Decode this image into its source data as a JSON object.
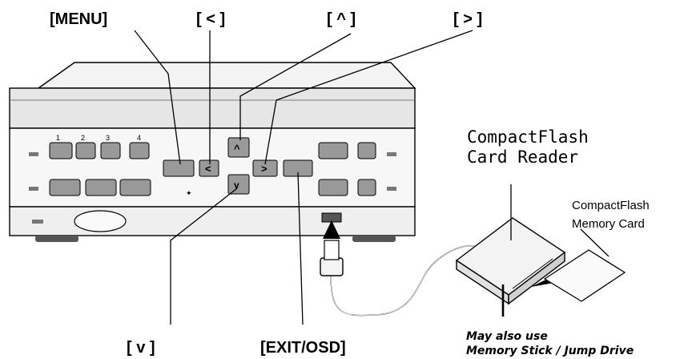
{
  "labels": {
    "menu": "[MENU]",
    "left": "[ < ]",
    "up": "[ ^ ]",
    "right": "[ > ]",
    "down": "[ v ]",
    "exit": "[EXIT/OSD]",
    "reader_line1": "CompactFlash",
    "reader_line2": "Card Reader",
    "card_line1": "CompactFlash",
    "card_line2": "Memory Card",
    "note_line1": "May also use",
    "note_line2": "Memory Stick / Jump Drive"
  },
  "panel_buttons": {
    "channel_numbers": [
      "1",
      "2",
      "3",
      "4"
    ]
  }
}
